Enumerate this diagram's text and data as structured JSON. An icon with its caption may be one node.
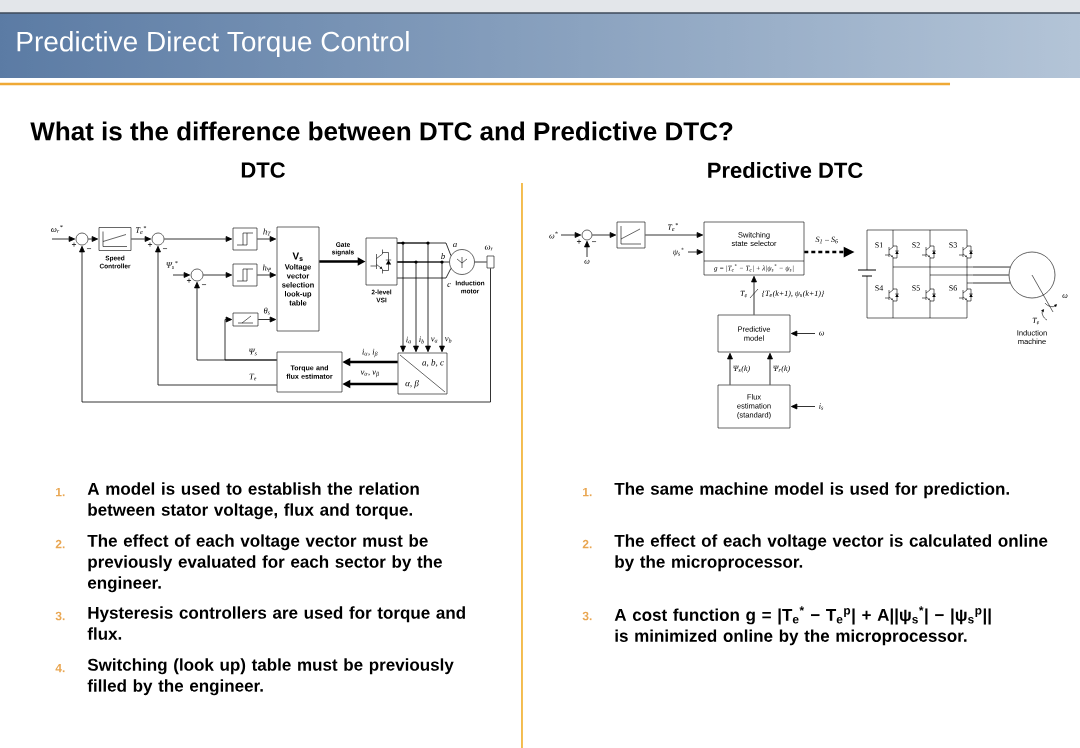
{
  "diagram": {
    "title": "Predictive Direct Torque Control",
    "nodes": [
      {
        "text": [],
        "shape": "circle"
      },
      {
        "text": [],
        "shape": "box",
        "beside": [
          "Speed Controller"
        ]
      },
      {
        "text": [],
        "shape": "circle"
      },
      {
        "text": [],
        "shape": "circle"
      },
      {
        "text": [],
        "shape": "box"
      },
      {
        "text": [],
        "shape": "box"
      },
      {
        "text": [],
        "shape": "box"
      },
      {
        "text": [
          "V$_{s}$",
          "Voltage vector selection look-up table"
        ]
      },
      {
        "text": [],
        "shape": "box",
        "beside": [
          "2-level VSI"
        ]
      },
      {
        "text": [],
        "shape": "circle",
        "beside": [
          "Induction motor"
        ]
      },
      {
        "text": [
          "Torque and flux estimator"
        ]
      },
      {
        "text": [
          "a, b, c",
          "α, β"
        ]
      },
      {
        "text": [],
        "shape": "box"
      },
      {
        "text": [],
        "shape": "circle"
      },
      {
        "text": [],
        "shape": "box"
      },
      {
        "text": [
          "Switching state selector",
          "g = |T$_{e}$$^{*}$ − T$_{e}$| + λ|ψ$_{s}$$^{*}$ − ψ$_{s}$|"
        ]
      },
      {
        "text": [
          "Predictive model"
        ]
      },
      {
        "text": [
          "Flux estimation (standard)"
        ]
      },
      {
        "text": [],
        "shape": "picture"
      },
      {
        "text": [],
        "shape": "circle",
        "beside": [
          "Induction machine"
        ]
      }
    ],
    "edges": [
      {
        "from": null,
        "to": 0,
        "arrow": "to",
        "label": "ω$_{r}$$^{*}$"
      },
      {
        "from": 0,
        "to": 1,
        "arrow": "to"
      },
      {
        "from": 1,
        "to": 2,
        "arrow": "to",
        "label": "T$_{e}$$^{*}$"
      },
      {
        "from": 2,
        "to": 4,
        "arrow": "to"
      },
      {
        "from": 4,
        "to": 7,
        "arrow": "to",
        "label": "h$_{T}$"
      },
      {
        "from": null,
        "to": 3,
        "arrow": "to",
        "label": "Ψ$_{s}$$^{*}$"
      },
      {
        "from": 3,
        "to": 5,
        "arrow": "to"
      },
      {
        "from": 5,
        "to": 7,
        "arrow": "to",
        "label": "h$_{Ψ}$"
      },
      {
        "from": 6,
        "to": 7,
        "arrow": "to",
        "label": "θ$_{s}$"
      },
      {
        "from": 7,
        "to": 8,
        "arrow": "to",
        "label": "Gate signals",
        "style": "thick"
      },
      {
        "from": 8,
        "to": 9,
        "arrow": "none",
        "label": "a"
      },
      {
        "from": 8,
        "to": 9,
        "arrow": "none",
        "label": "b"
      },
      {
        "from": 8,
        "to": 9,
        "arrow": "none",
        "label": "c"
      },
      {
        "from": 9,
        "to": 12,
        "arrow": "none",
        "label": "ω$_{r}$"
      },
      {
        "from": 8,
        "to": 11,
        "arrow": "to",
        "label": "i$_{a}$"
      },
      {
        "from": 8,
        "to": 11,
        "arrow": "to",
        "label": "i$_{b}$"
      },
      {
        "from": 8,
        "to": 11,
        "arrow": "to",
        "label": "v$_{a}$"
      },
      {
        "from": 8,
        "to": 11,
        "arrow": "to",
        "label": "v$_{b}$"
      },
      {
        "from": 11,
        "to": 10,
        "arrow": "to",
        "label": "i$_{α}$, i$_{β}$",
        "style": "thick"
      },
      {
        "from": 11,
        "to": 10,
        "arrow": "to",
        "label": "v$_{α}$, v$_{β}$",
        "style": "thick"
      },
      {
        "from": 10,
        "to": 3,
        "arrow": "to",
        "label": "Ψ$_{s}$"
      },
      {
        "from": 10,
        "to": 6,
        "arrow": "to"
      },
      {
        "from": 10,
        "to": 2,
        "arrow": "to",
        "label": "T$_{e}$"
      },
      {
        "from": 12,
        "to": 0,
        "arrow": "to"
      },
      {
        "from": null,
        "to": 13,
        "arrow": "to",
        "label": "ω$^{*}$"
      },
      {
        "from": null,
        "to": 13,
        "arrow": "to",
        "label": "ω"
      },
      {
        "from": 13,
        "to": 14,
        "arrow": "to"
      },
      {
        "from": 14,
        "to": 15,
        "arrow": "to",
        "label": "T$_{e}$$^{*}$"
      },
      {
        "from": null,
        "to": 15,
        "arrow": "to",
        "label": "ψ$_{s}$$^{*}$"
      },
      {
        "from": 15,
        "to": 18,
        "arrow": "to",
        "label": "S$_{1}$ – S$_{6}$",
        "style": "dashed"
      },
      {
        "from": 16,
        "to": 15,
        "arrow": "to",
        "label": "{T$_{e}$(k+1), ψ$_{s}$(k+1)}"
      },
      {
        "from": null,
        "to": 16,
        "arrow": "to",
        "label": "ω"
      },
      {
        "from": 17,
        "to": 16,
        "arrow": "to",
        "label": "Ψ$_{s}$(k)"
      },
      {
        "from": 17,
        "to": 16,
        "arrow": "to",
        "label": "Ψ$_{r}$(k)"
      },
      {
        "from": null,
        "to": 17,
        "arrow": "to",
        "label": "i$_{s}$"
      },
      {
        "from": 18,
        "to": 19,
        "arrow": "none"
      },
      {
        "from": 18,
        "to": 19,
        "arrow": "none"
      },
      {
        "from": 18,
        "to": 19,
        "arrow": "none"
      }
    ],
    "labels": [
      "What is the difference between DTC and Predictive DTC?",
      "DTC",
      "Predictive DTC",
      "+",
      "−",
      "+",
      "−",
      "+",
      "−",
      "+",
      "−",
      "T$_{e}$",
      "S1",
      "S2",
      "S3",
      "S4",
      "S5",
      "S6",
      "ω",
      "T$_{e}$",
      "1.",
      "A model is used to establish the relation between stator voltage, flux and torque.",
      "2.",
      "The effect of each voltage vector must be previously evaluated for each sector by the engineer.",
      "3.",
      "Hysteresis controllers are used for torque and flux.",
      "4.",
      "Switching (look up) table must be previously filled by the engineer.",
      "1.",
      "The same machine model is used for prediction.",
      "2.",
      "The effect of each voltage vector is calculated online by the microprocessor.",
      "3.",
      "A cost function g = |T$_{e}$$^{*}$ − T$_{e}$$^{p}$| + A||ψ$_{s}$$^{*}$| − |ψ$_{s}$$^{p}$|| is minimized online by the microprocessor."
    ]
  }
}
